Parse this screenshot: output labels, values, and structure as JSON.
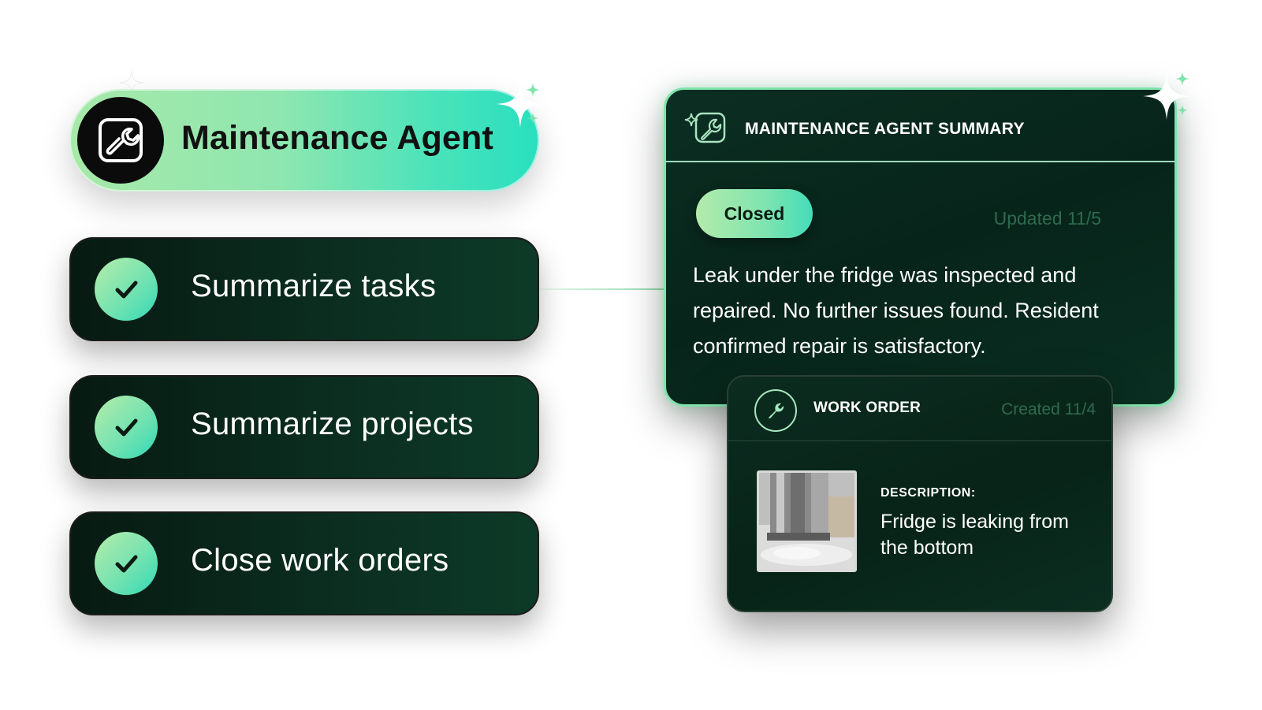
{
  "agent": {
    "title": "Maintenance Agent",
    "icon": "wrench-icon"
  },
  "tasks": [
    {
      "label": "Summarize tasks",
      "icon": "check-icon"
    },
    {
      "label": "Summarize projects",
      "icon": "check-icon"
    },
    {
      "label": "Close work orders",
      "icon": "check-icon"
    }
  ],
  "summary": {
    "title": "MAINTENANCE AGENT SUMMARY",
    "icon": "sparkle-wrench-icon",
    "status": "Closed",
    "updated": "Updated 11/5",
    "text": "Leak under the fridge was inspected and repaired. No further issues found. Resident confirmed repair is satisfactory."
  },
  "work_order": {
    "title": "WORK ORDER",
    "icon": "wrench-icon",
    "created": "Created 11/4",
    "description_label": "DESCRIPTION:",
    "description": "Fridge is leaking from the bottom",
    "photo": "fridge-photo"
  },
  "colors": {
    "accent_start": "#a7e9a9",
    "accent_end": "#28dfbf",
    "card_dark": "#07241a",
    "muted_text": "#2f6a4e"
  }
}
